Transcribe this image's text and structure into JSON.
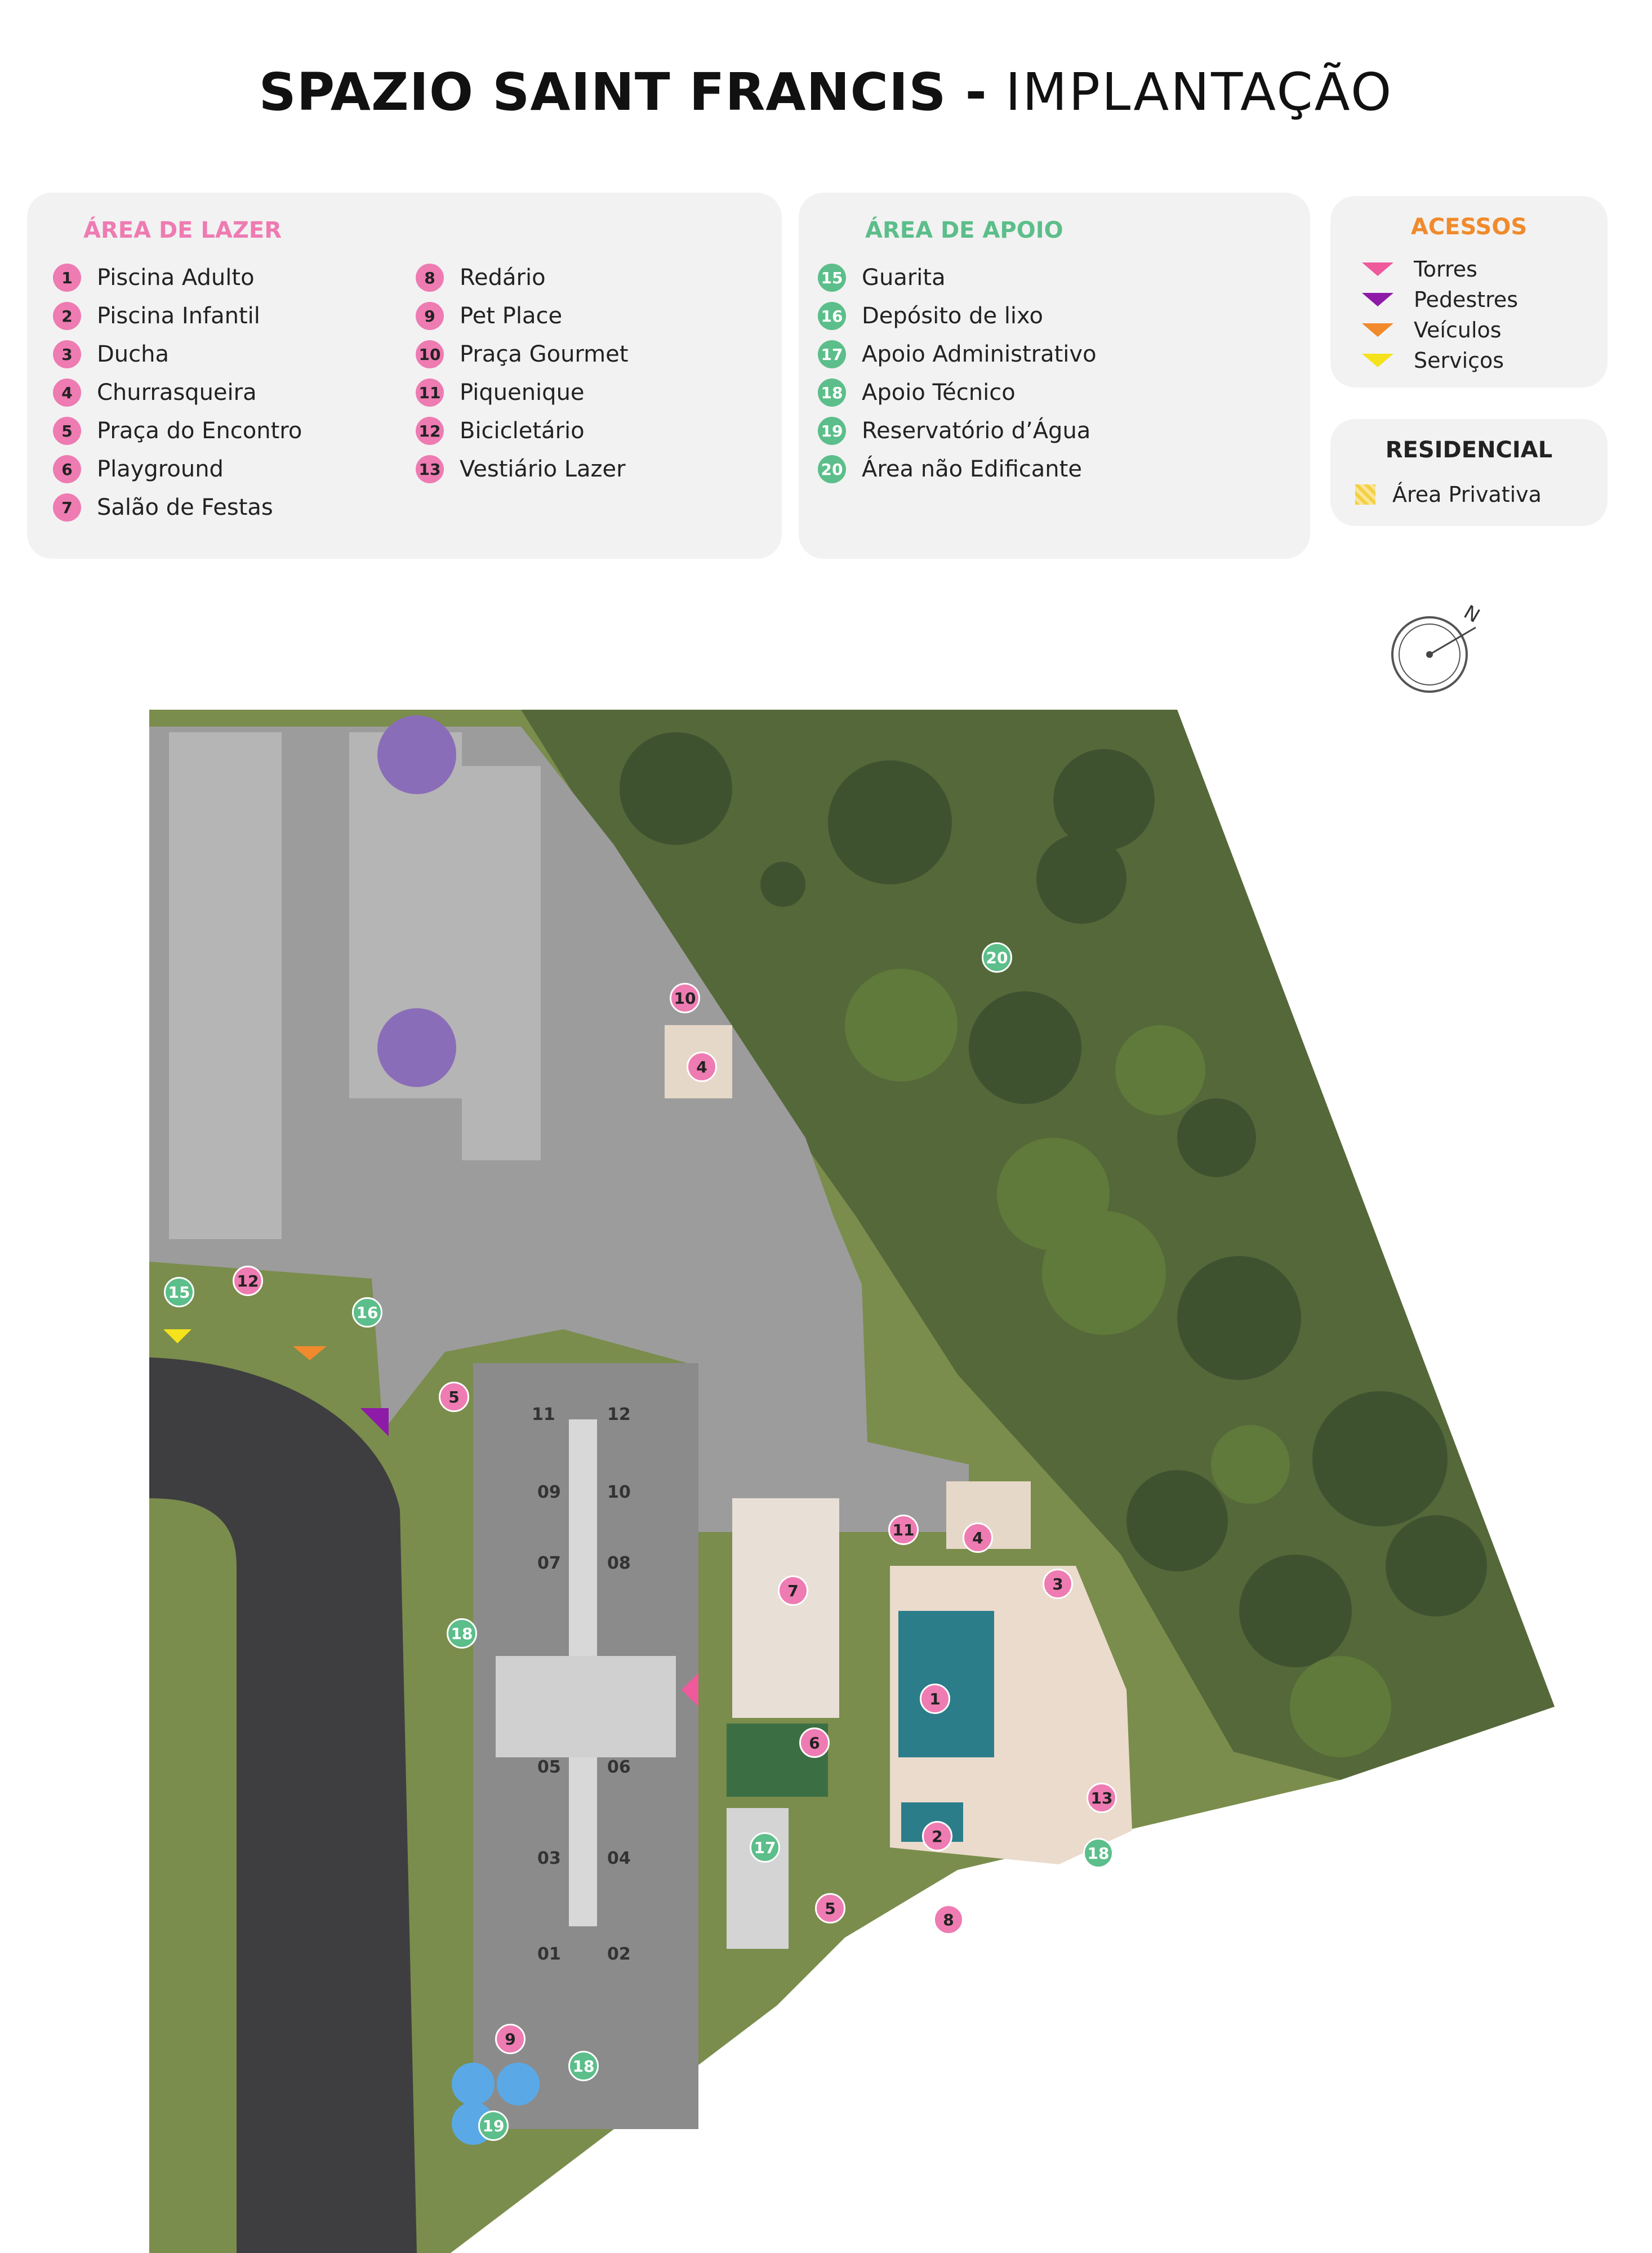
{
  "title": {
    "bold": "SPAZIO SAINT FRANCIS -",
    "light": " IMPLANTAÇÃO"
  },
  "lazer": {
    "heading": "ÁREA DE LAZER",
    "items": [
      {
        "n": "1",
        "label": "Piscina Adulto"
      },
      {
        "n": "2",
        "label": "Piscina Infantil"
      },
      {
        "n": "3",
        "label": "Ducha"
      },
      {
        "n": "4",
        "label": "Churrasqueira"
      },
      {
        "n": "5",
        "label": "Praça do Encontro"
      },
      {
        "n": "6",
        "label": "Playground"
      },
      {
        "n": "7",
        "label": "Salão de Festas"
      },
      {
        "n": "8",
        "label": "Redário"
      },
      {
        "n": "9",
        "label": "Pet Place"
      },
      {
        "n": "10",
        "label": "Praça Gourmet"
      },
      {
        "n": "11",
        "label": "Piquenique"
      },
      {
        "n": "12",
        "label": "Bicicletário"
      },
      {
        "n": "13",
        "label": "Vestiário Lazer"
      }
    ]
  },
  "apoio": {
    "heading": "ÁREA DE APOIO",
    "items": [
      {
        "n": "15",
        "label": "Guarita"
      },
      {
        "n": "16",
        "label": "Depósito de lixo"
      },
      {
        "n": "17",
        "label": "Apoio Administrativo"
      },
      {
        "n": "18",
        "label": "Apoio Técnico"
      },
      {
        "n": "19",
        "label": "Reservatório d’Água"
      },
      {
        "n": "20",
        "label": "Área não Edificante"
      }
    ]
  },
  "acessos": {
    "heading": "ACESSOS",
    "items": [
      {
        "label": "Torres",
        "color": "#ee5a9c"
      },
      {
        "label": "Pedestres",
        "color": "#8e1aa8"
      },
      {
        "label": "Veículos",
        "color": "#f08a2c"
      },
      {
        "label": "Serviços",
        "color": "#f5e21c"
      }
    ]
  },
  "residencial": {
    "heading": "RESIDENCIAL",
    "item": "Área Privativa"
  },
  "colors": {
    "pink": "#ee7bb2",
    "green": "#5cbe8a",
    "orange": "#f08a2c",
    "lawn": "#6b7f3e",
    "asphalt": "#3e3e40",
    "paving": "#a8a8a8"
  },
  "compass": {
    "north_label": "N"
  },
  "map_markers": [
    "1",
    "2",
    "3",
    "4",
    "4",
    "5",
    "5",
    "6",
    "7",
    "8",
    "9",
    "10",
    "11",
    "12",
    "13",
    "15",
    "16",
    "17",
    "18",
    "18",
    "18",
    "19",
    "20"
  ],
  "units": [
    "11",
    "12",
    "09",
    "10",
    "07",
    "08",
    "05",
    "06",
    "03",
    "04",
    "01",
    "02"
  ]
}
